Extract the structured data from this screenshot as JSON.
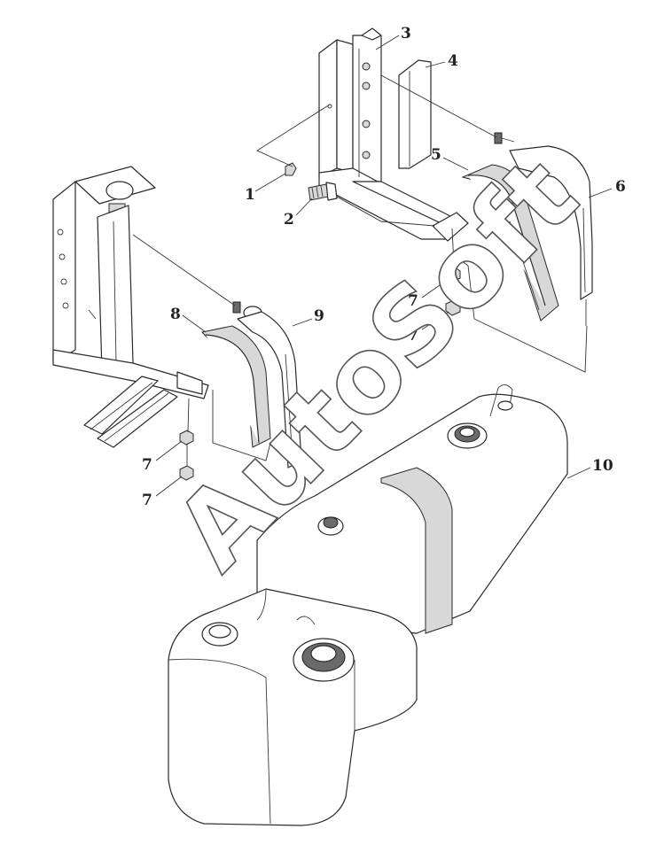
{
  "callouts": {
    "c1": "1",
    "c2": "2",
    "c3": "3",
    "c4": "4",
    "c5": "5",
    "c6": "6",
    "c7a": "7",
    "c7b": "7",
    "c7c": "7",
    "c7d": "7",
    "c8": "8",
    "c9": "9",
    "c10": "10"
  },
  "watermark": "AutoSoft",
  "colors": {
    "line": "#2a2a2a",
    "shade": "#d8d8d8",
    "background": "#ffffff"
  }
}
